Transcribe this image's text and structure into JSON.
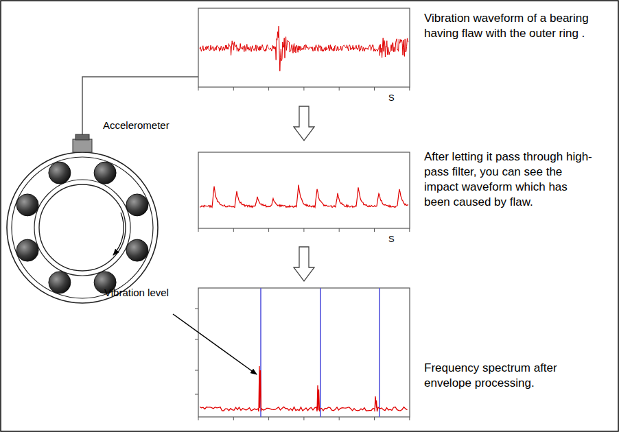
{
  "diagram": {
    "labels": [
      "Vibration waveform of a bearing having flaw with the outer ring .",
      "S",
      "Accelerometer",
      "After letting it pass through high-pass filter, you can see the impact waveform which has been caused by flaw.",
      "S",
      "Vibration level",
      "Frequency spectrum after envelope processing."
    ]
  }
}
